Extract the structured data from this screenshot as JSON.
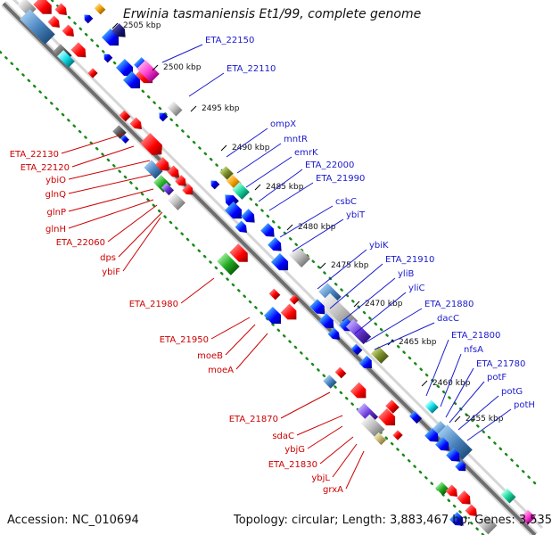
{
  "title": "Erwinia tasmaniensis Et1/99, complete genome",
  "footer": {
    "accession": "Accession: NC_010694",
    "topology": "Topology: circular; Length: 3,883,467 bp; Genes: 3,535"
  },
  "scale_ticks": [
    "2505 kbp",
    "2500 kbp",
    "2495 kbp",
    "2490 kbp",
    "2485 kbp",
    "2480 kbp",
    "2475 kbp",
    "2470 kbp",
    "2465 kbp",
    "2460 kbp",
    "2455 kbp"
  ],
  "gene_labels_left": [
    "ETA_22130",
    "ETA_22120",
    "ybiO",
    "glnQ",
    "glnP",
    "glnH",
    "ETA_22060",
    "dps",
    "ybiF",
    "ETA_21980",
    "ETA_21950",
    "moeB",
    "moeA",
    "ETA_21870",
    "sdaC",
    "ybjG",
    "ETA_21830",
    "ybjL",
    "grxA"
  ],
  "gene_labels_right": [
    "ETA_22150",
    "ETA_22110",
    "ompX",
    "mntR",
    "emrK",
    "ETA_22000",
    "ETA_21990",
    "csbC",
    "ybiT",
    "ybiK",
    "ETA_21910",
    "yliB",
    "yliC",
    "ETA_21880",
    "dacC",
    "ETA_21800",
    "nfsA",
    "ETA_21780",
    "potF",
    "potG",
    "potH"
  ],
  "colors": {
    "forward_strand": "#d40000",
    "reverse_strand": "#0000cc",
    "backbone": "#777777",
    "dots": "#1a8a1a",
    "left_label": "#cc0000",
    "right_label": "#1a1acc"
  }
}
